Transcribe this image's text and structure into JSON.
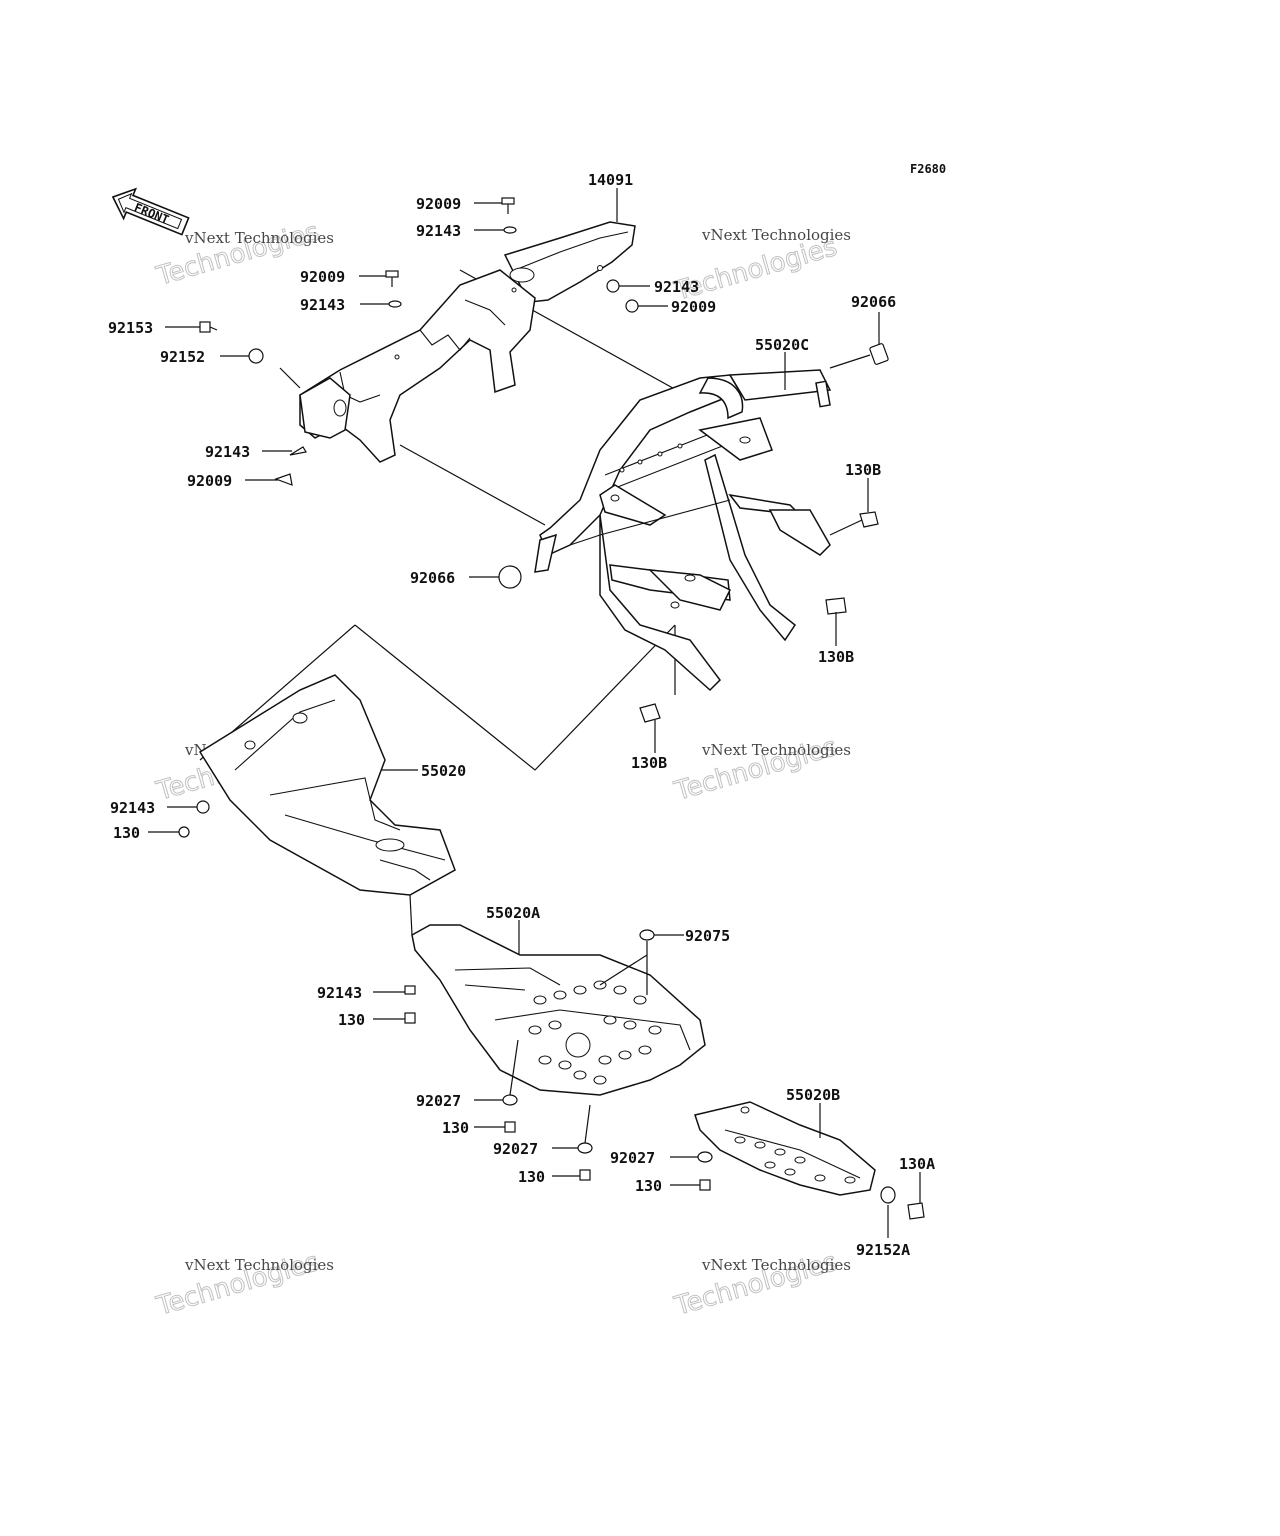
{
  "figure_code": "F2680",
  "front_marker": "FRONT",
  "watermark": {
    "line1": "vNext Technologies",
    "line2": "vNext Technologies"
  },
  "callouts": [
    {
      "id": "14091",
      "label": "14091"
    },
    {
      "id": "92009-a",
      "label": "92009"
    },
    {
      "id": "92143-a",
      "label": "92143"
    },
    {
      "id": "92009-b",
      "label": "92009"
    },
    {
      "id": "92143-b",
      "label": "92143"
    },
    {
      "id": "92143-c",
      "label": "92143"
    },
    {
      "id": "92009-c",
      "label": "92009"
    },
    {
      "id": "92153",
      "label": "92153"
    },
    {
      "id": "92152",
      "label": "92152"
    },
    {
      "id": "92143-d",
      "label": "92143"
    },
    {
      "id": "92009-d",
      "label": "92009"
    },
    {
      "id": "92066-a",
      "label": "92066"
    },
    {
      "id": "55020C",
      "label": "55020C"
    },
    {
      "id": "130B-a",
      "label": "130B"
    },
    {
      "id": "92066-b",
      "label": "92066"
    },
    {
      "id": "130B-b",
      "label": "130B"
    },
    {
      "id": "130B-c",
      "label": "130B"
    },
    {
      "id": "55020",
      "label": "55020"
    },
    {
      "id": "92143-e",
      "label": "92143"
    },
    {
      "id": "130-a",
      "label": "130"
    },
    {
      "id": "55020A",
      "label": "55020A"
    },
    {
      "id": "92075",
      "label": "92075"
    },
    {
      "id": "92143-f",
      "label": "92143"
    },
    {
      "id": "130-b",
      "label": "130"
    },
    {
      "id": "92027-a",
      "label": "92027"
    },
    {
      "id": "130-c",
      "label": "130"
    },
    {
      "id": "92027-b",
      "label": "92027"
    },
    {
      "id": "130-d",
      "label": "130"
    },
    {
      "id": "55020B",
      "label": "55020B"
    },
    {
      "id": "92027-c",
      "label": "92027"
    },
    {
      "id": "130-e",
      "label": "130"
    },
    {
      "id": "130A",
      "label": "130A"
    },
    {
      "id": "92152A",
      "label": "92152A"
    }
  ]
}
